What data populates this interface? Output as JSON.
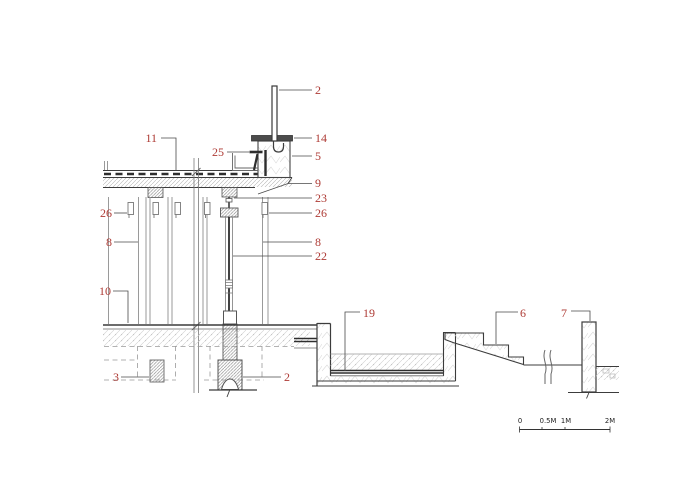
{
  "diagram": {
    "title": "architectural section detail",
    "callouts": [
      {
        "part": "railing-post",
        "text": "2"
      },
      {
        "part": "coping-cap",
        "text": "14"
      },
      {
        "part": "parapet",
        "text": "5"
      },
      {
        "part": "roof-slab",
        "text": "9"
      },
      {
        "part": "hanger-rod",
        "text": "23"
      },
      {
        "part": "fixture-right",
        "text": "26"
      },
      {
        "part": "column-right",
        "text": "8"
      },
      {
        "part": "glazing-mullion",
        "text": "22"
      },
      {
        "part": "roof-membrane",
        "text": "11"
      },
      {
        "part": "gutter-flashing",
        "text": "25"
      },
      {
        "part": "fixture-left",
        "text": "26"
      },
      {
        "part": "column-left",
        "text": "8"
      },
      {
        "part": "floor-slab",
        "text": "10"
      },
      {
        "part": "footing-left",
        "text": "3"
      },
      {
        "part": "footing-center",
        "text": "2"
      },
      {
        "part": "drainage-channel",
        "text": "19"
      },
      {
        "part": "stepped-ramp",
        "text": "6"
      },
      {
        "part": "site-wall",
        "text": "7"
      }
    ],
    "scale_bar": {
      "tick_labels": [
        "0",
        "0.5M",
        "1M",
        "2M"
      ]
    },
    "colors": {
      "callout_red": "#ae3b35",
      "line_dark": "#3c3c3c",
      "line_light": "#9a9a9a",
      "hatch_gray": "#b5b5b5",
      "background": "#ffffff"
    }
  }
}
